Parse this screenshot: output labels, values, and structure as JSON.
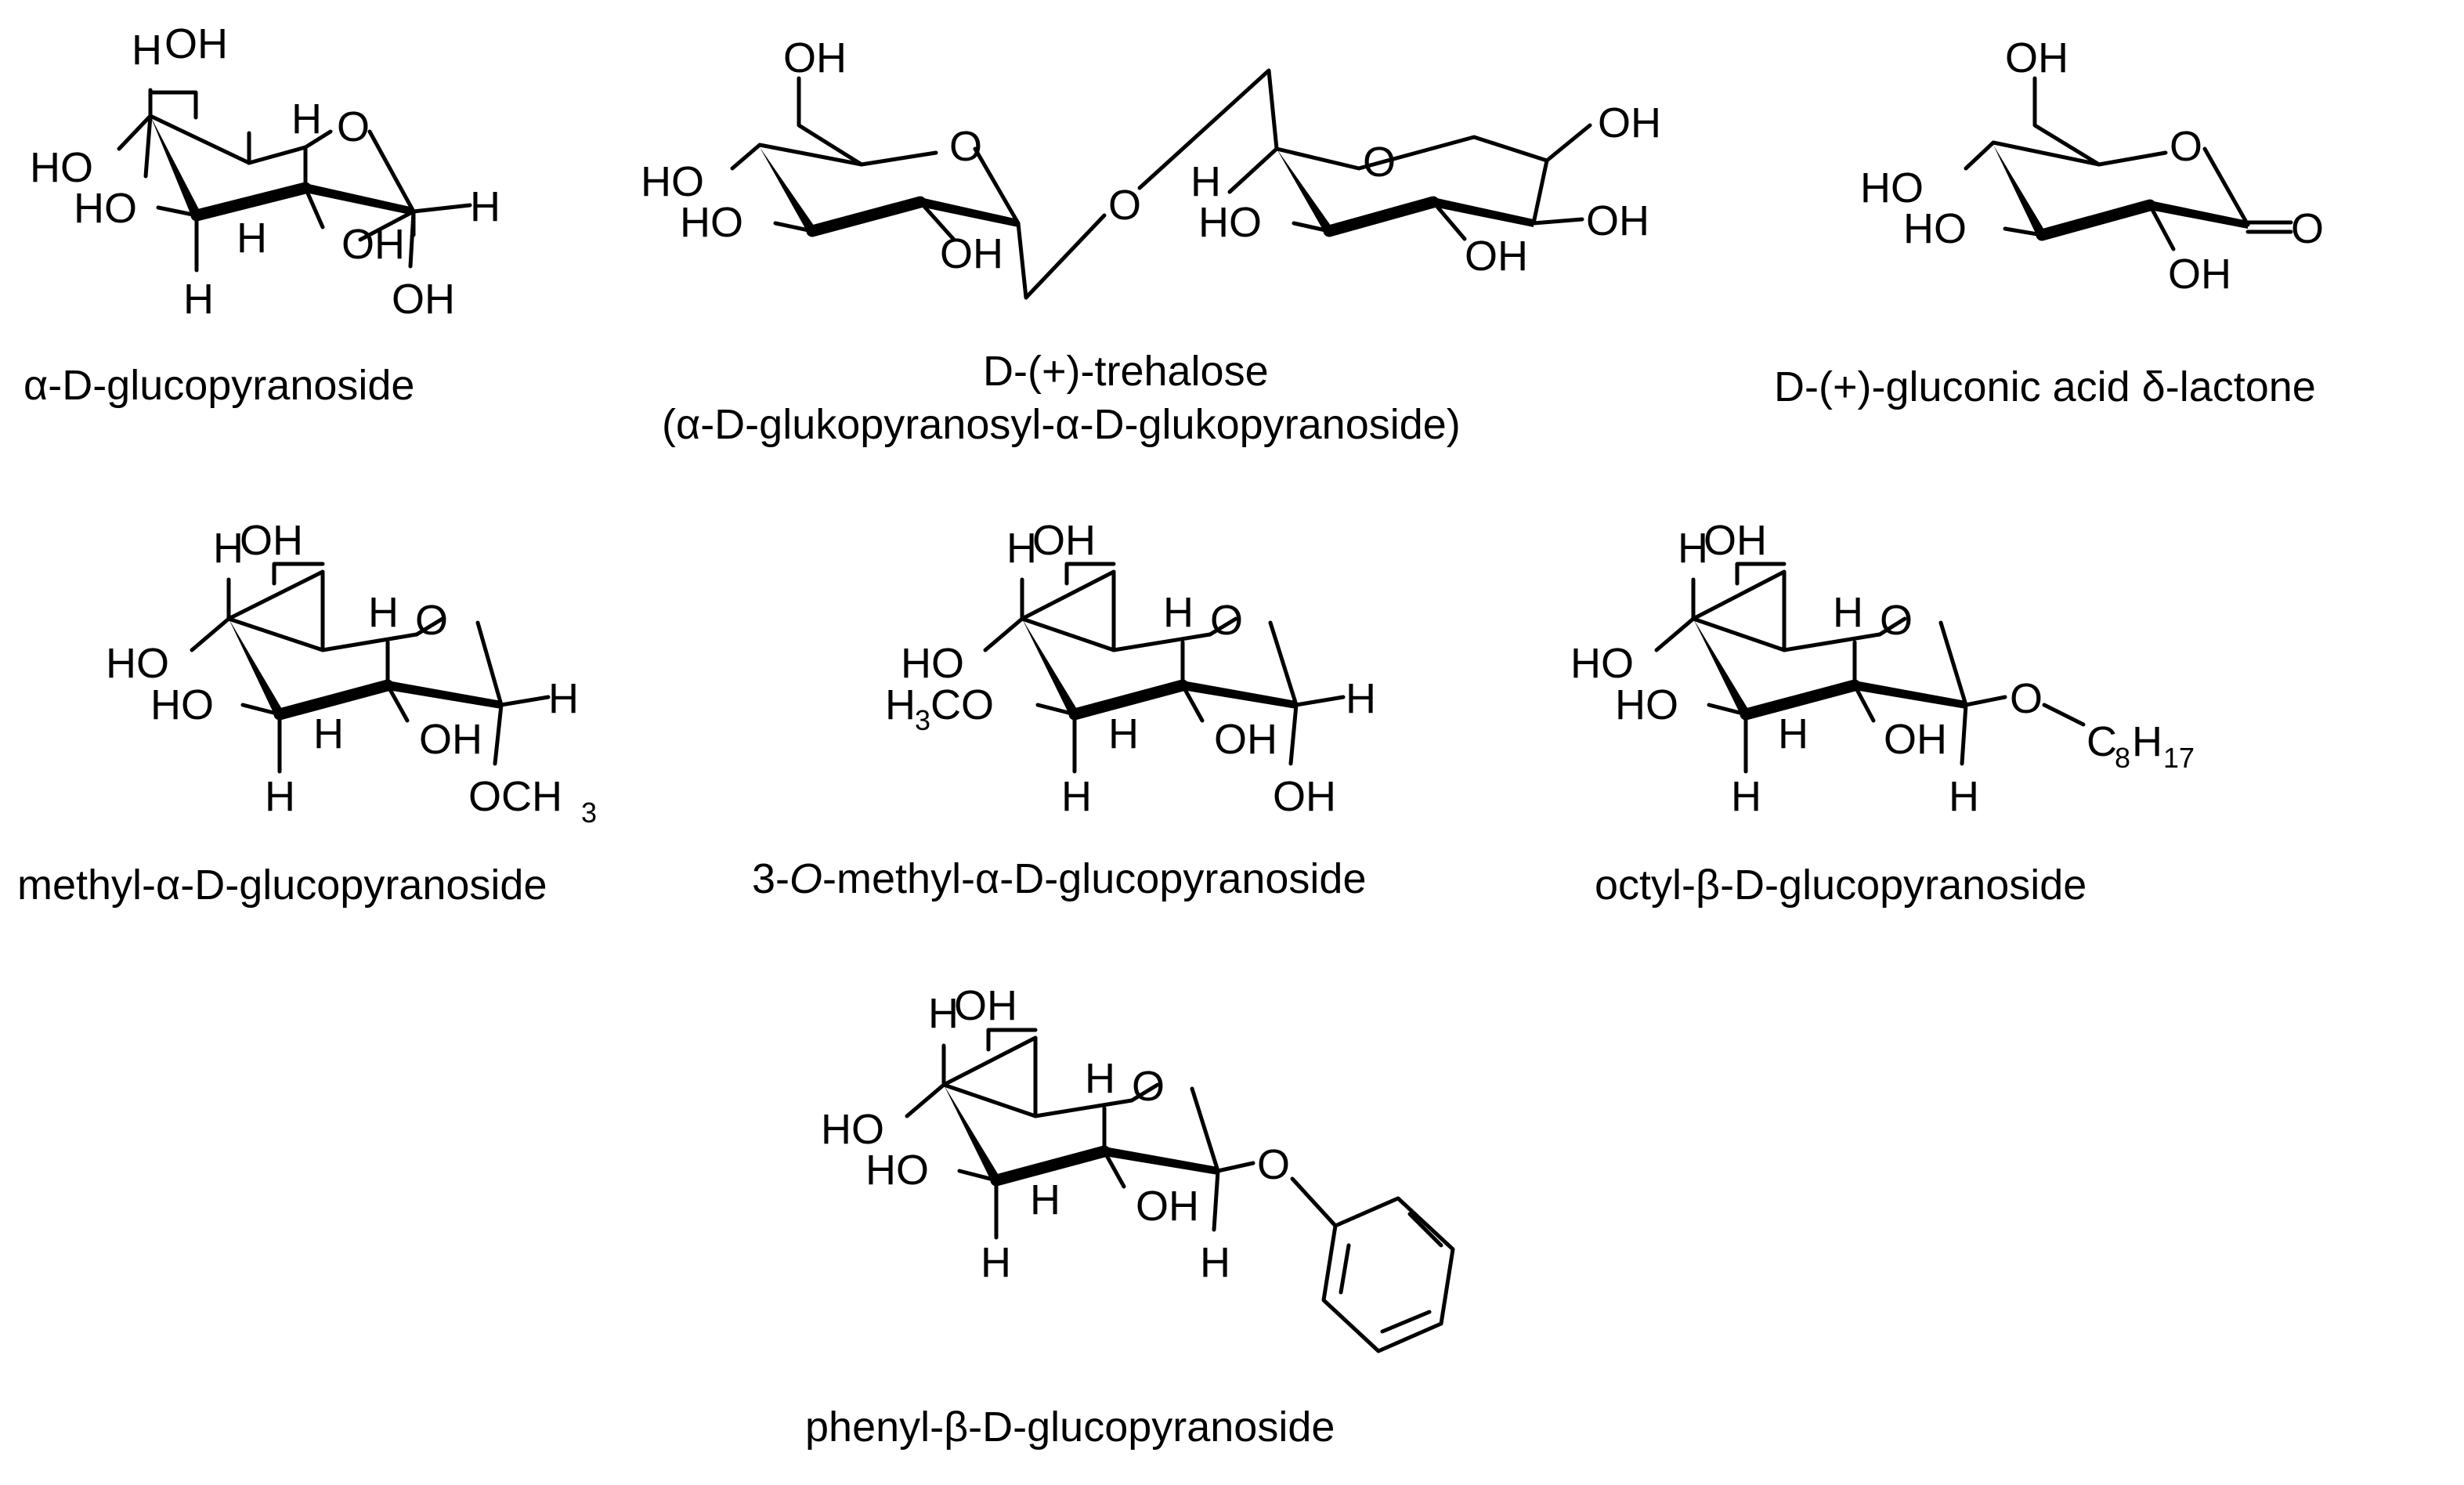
{
  "molecules": [
    {
      "caption": "α-D-glucopyranoside",
      "atoms": [
        "H",
        "OH",
        "H",
        "O",
        "HO",
        "HO",
        "H",
        "OH",
        "H",
        "H",
        "OH"
      ]
    },
    {
      "caption_line1": "D-(+)-trehalose",
      "caption_line2": "(α-D-glukopyranosyl-α-D-glukopyranoside)",
      "atoms": [
        "OH",
        "O",
        "HO",
        "HO",
        "OH",
        "O",
        "H",
        "O",
        "OH",
        "HO",
        "OH",
        "OH"
      ]
    },
    {
      "caption": "D-(+)-gluconic acid δ-lactone",
      "atoms": [
        "OH",
        "O",
        "HO",
        "HO",
        "=O",
        "OH"
      ]
    },
    {
      "caption": "methyl-α-D-glucopyranoside",
      "atoms": [
        "H",
        "OH",
        "H",
        "O",
        "HO",
        "HO",
        "H",
        "OH",
        "H",
        "H",
        "OCH",
        "3"
      ]
    },
    {
      "caption_parts": [
        "3-",
        "O",
        "-methyl-α-D-glucopyranoside"
      ],
      "atoms": [
        "H",
        "OH",
        "H",
        "O",
        "HO",
        "H",
        "3",
        "CO",
        "H",
        "OH",
        "H",
        "H",
        "OH"
      ]
    },
    {
      "caption": "octyl-β-D-glucopyranoside",
      "atoms": [
        "H",
        "OH",
        "H",
        "O",
        "HO",
        "HO",
        "H",
        "OH",
        "O",
        "C",
        "8",
        "H",
        "17",
        "H",
        "H"
      ]
    },
    {
      "caption": "phenyl-β-D-glucopyranoside",
      "atoms": [
        "H",
        "OH",
        "H",
        "O",
        "HO",
        "HO",
        "H",
        "OH",
        "O",
        "H",
        "H"
      ]
    }
  ]
}
